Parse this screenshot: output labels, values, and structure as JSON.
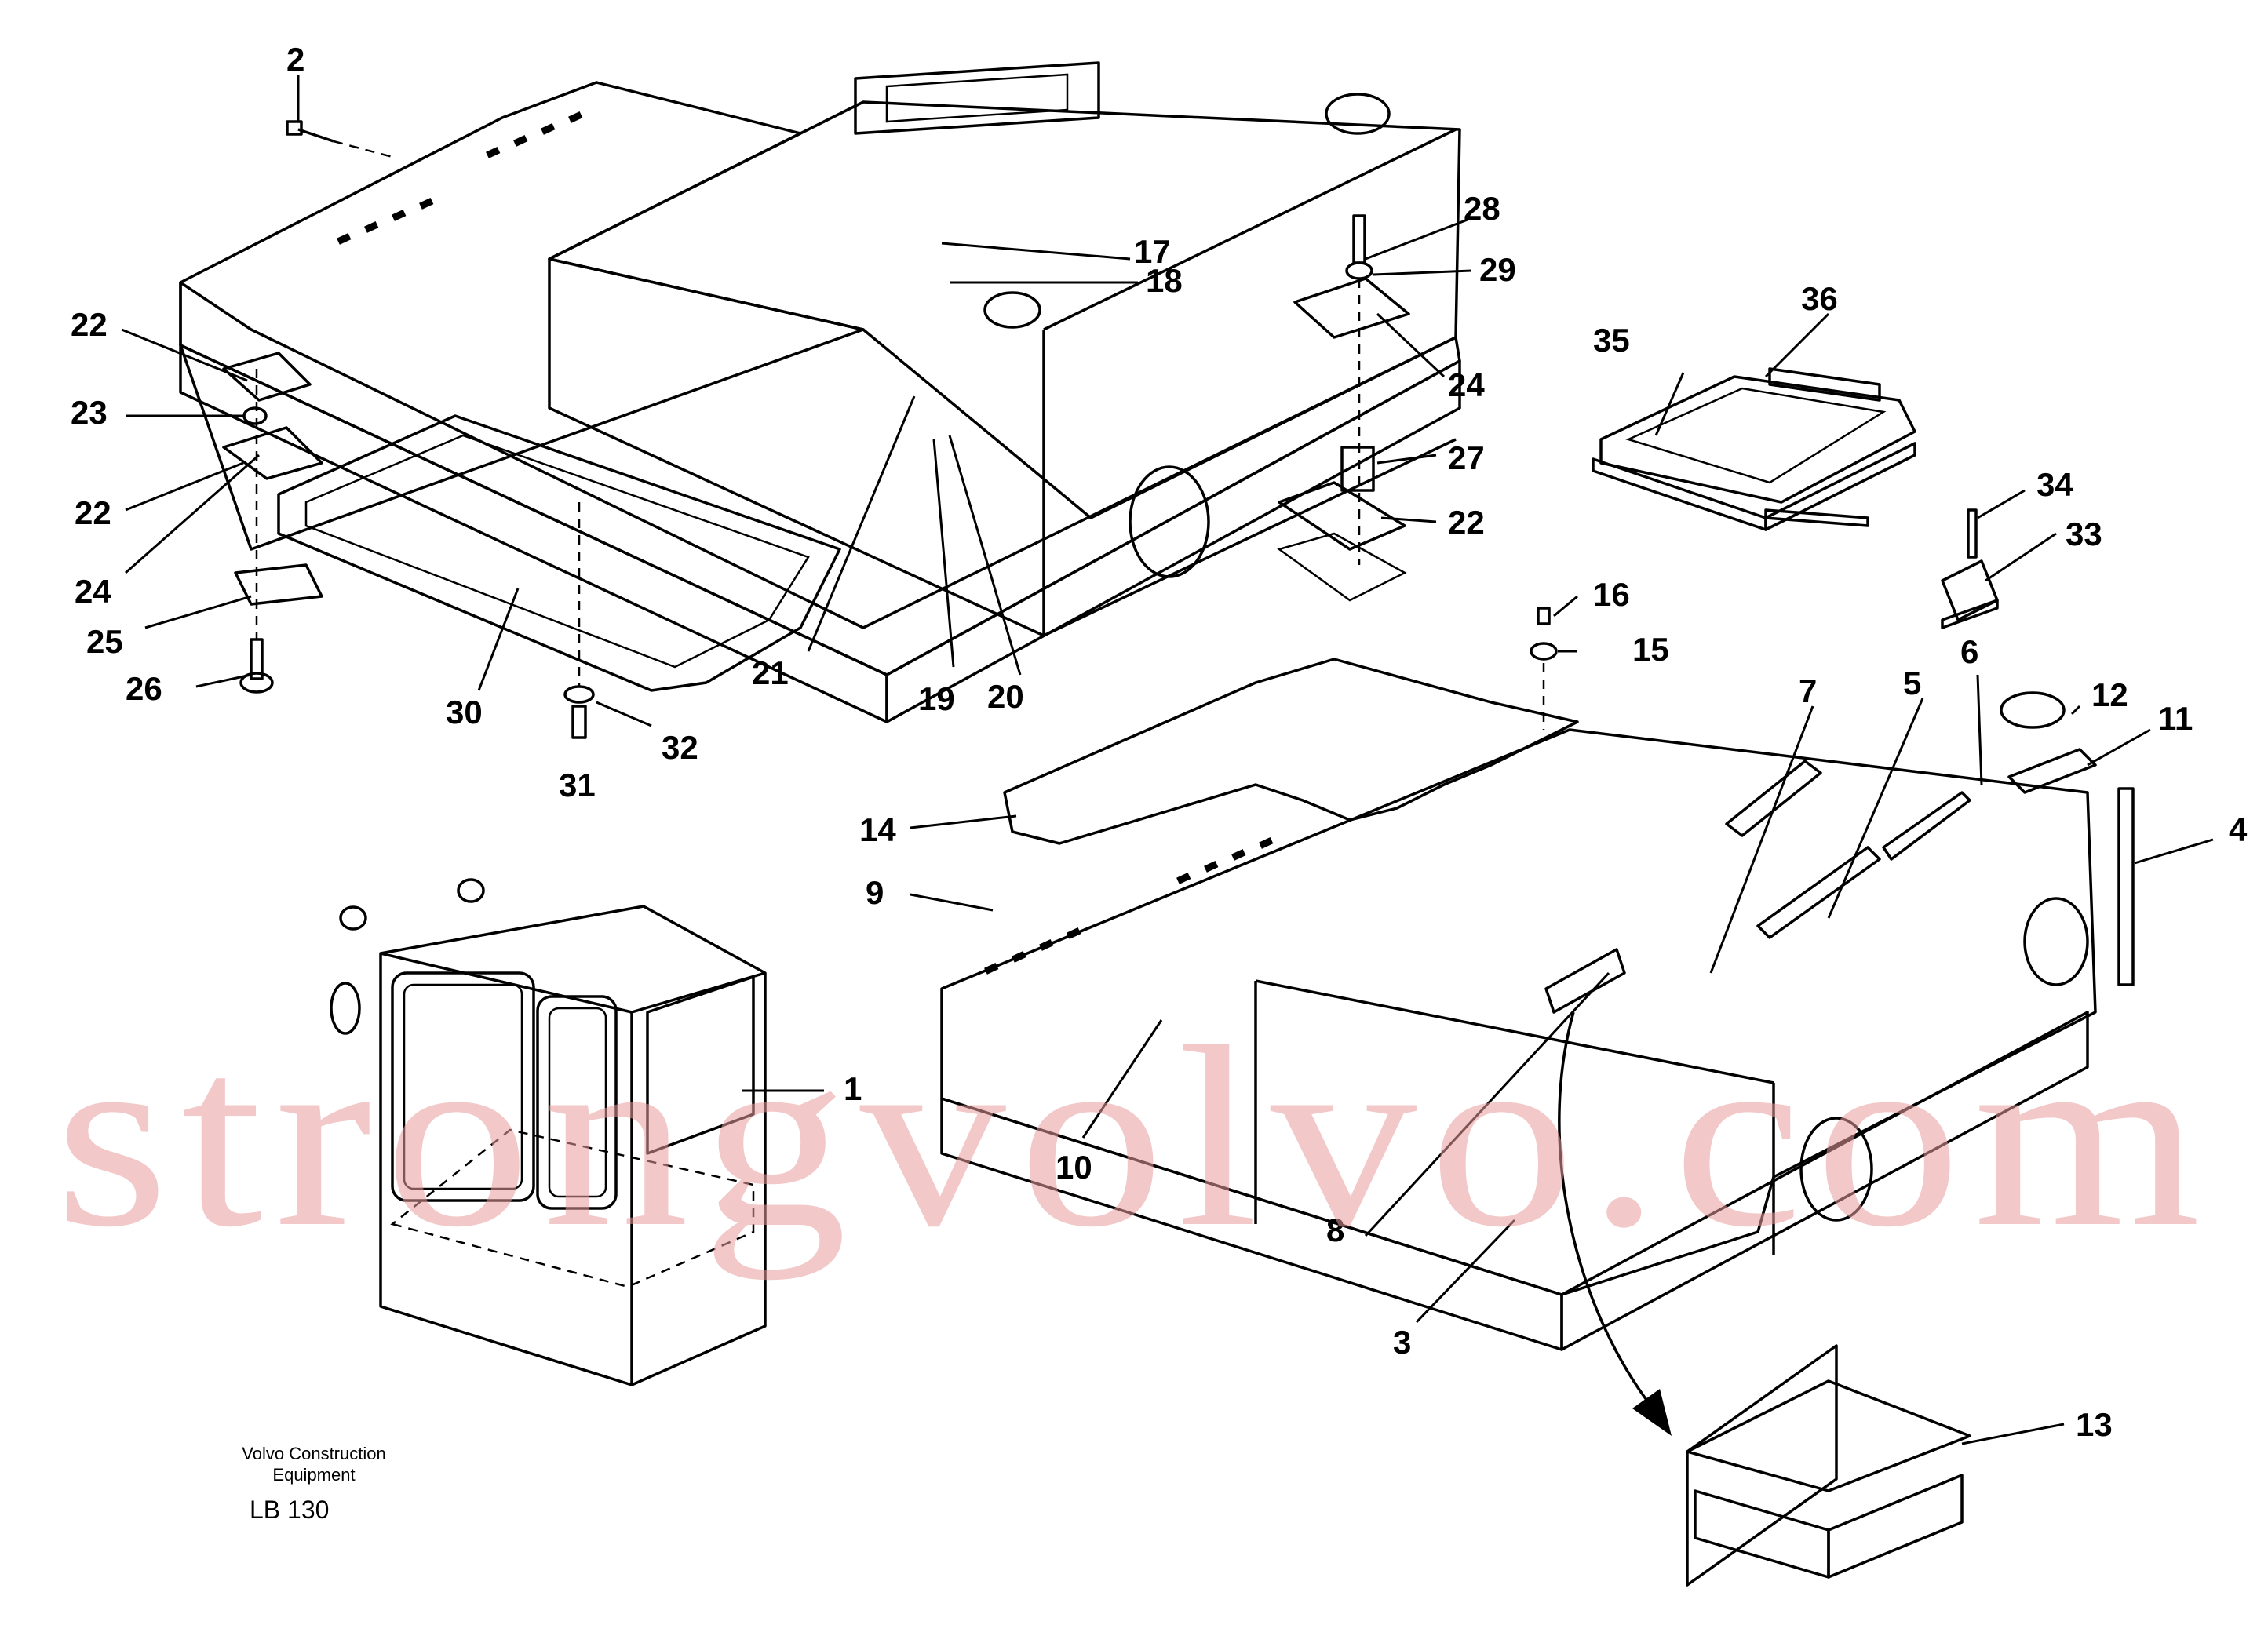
{
  "diagram": {
    "footer": {
      "brand_line1": "Volvo Construction",
      "brand_line2": "Equipment",
      "code": "LB 130"
    },
    "watermark_text": "strongvolvo.com",
    "callouts": [
      "1",
      "2",
      "3",
      "4",
      "5",
      "6",
      "7",
      "8",
      "9",
      "10",
      "11",
      "12",
      "13",
      "14",
      "15",
      "16",
      "17",
      "18",
      "19",
      "20",
      "21",
      "22",
      "23",
      "24",
      "25",
      "26",
      "27",
      "28",
      "29",
      "30",
      "31",
      "32",
      "33",
      "34",
      "35",
      "36"
    ]
  }
}
